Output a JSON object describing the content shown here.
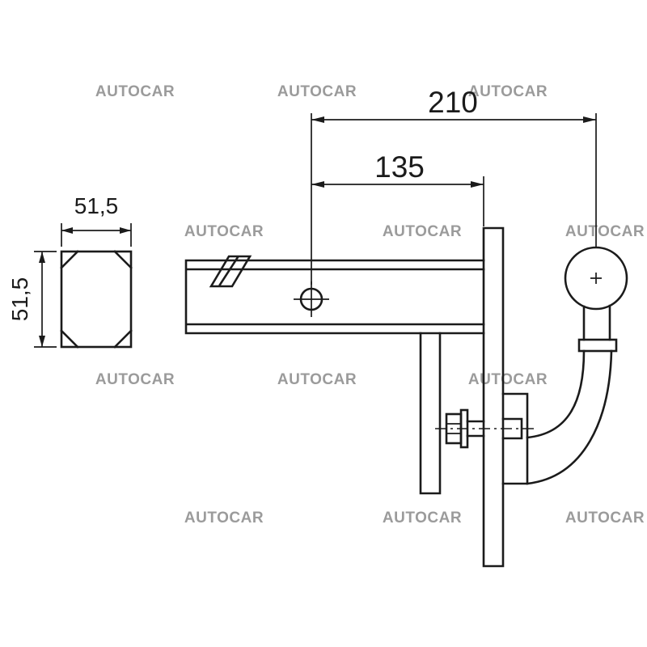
{
  "watermark": {
    "text": "AUTOCAR",
    "color": "#9b9b9b"
  },
  "drawing": {
    "line_color": "#1b1b1b",
    "dimensions": {
      "overall_length": "210",
      "hole_to_flange": "135",
      "tube_width": "51,5",
      "tube_height": "51,5"
    }
  }
}
